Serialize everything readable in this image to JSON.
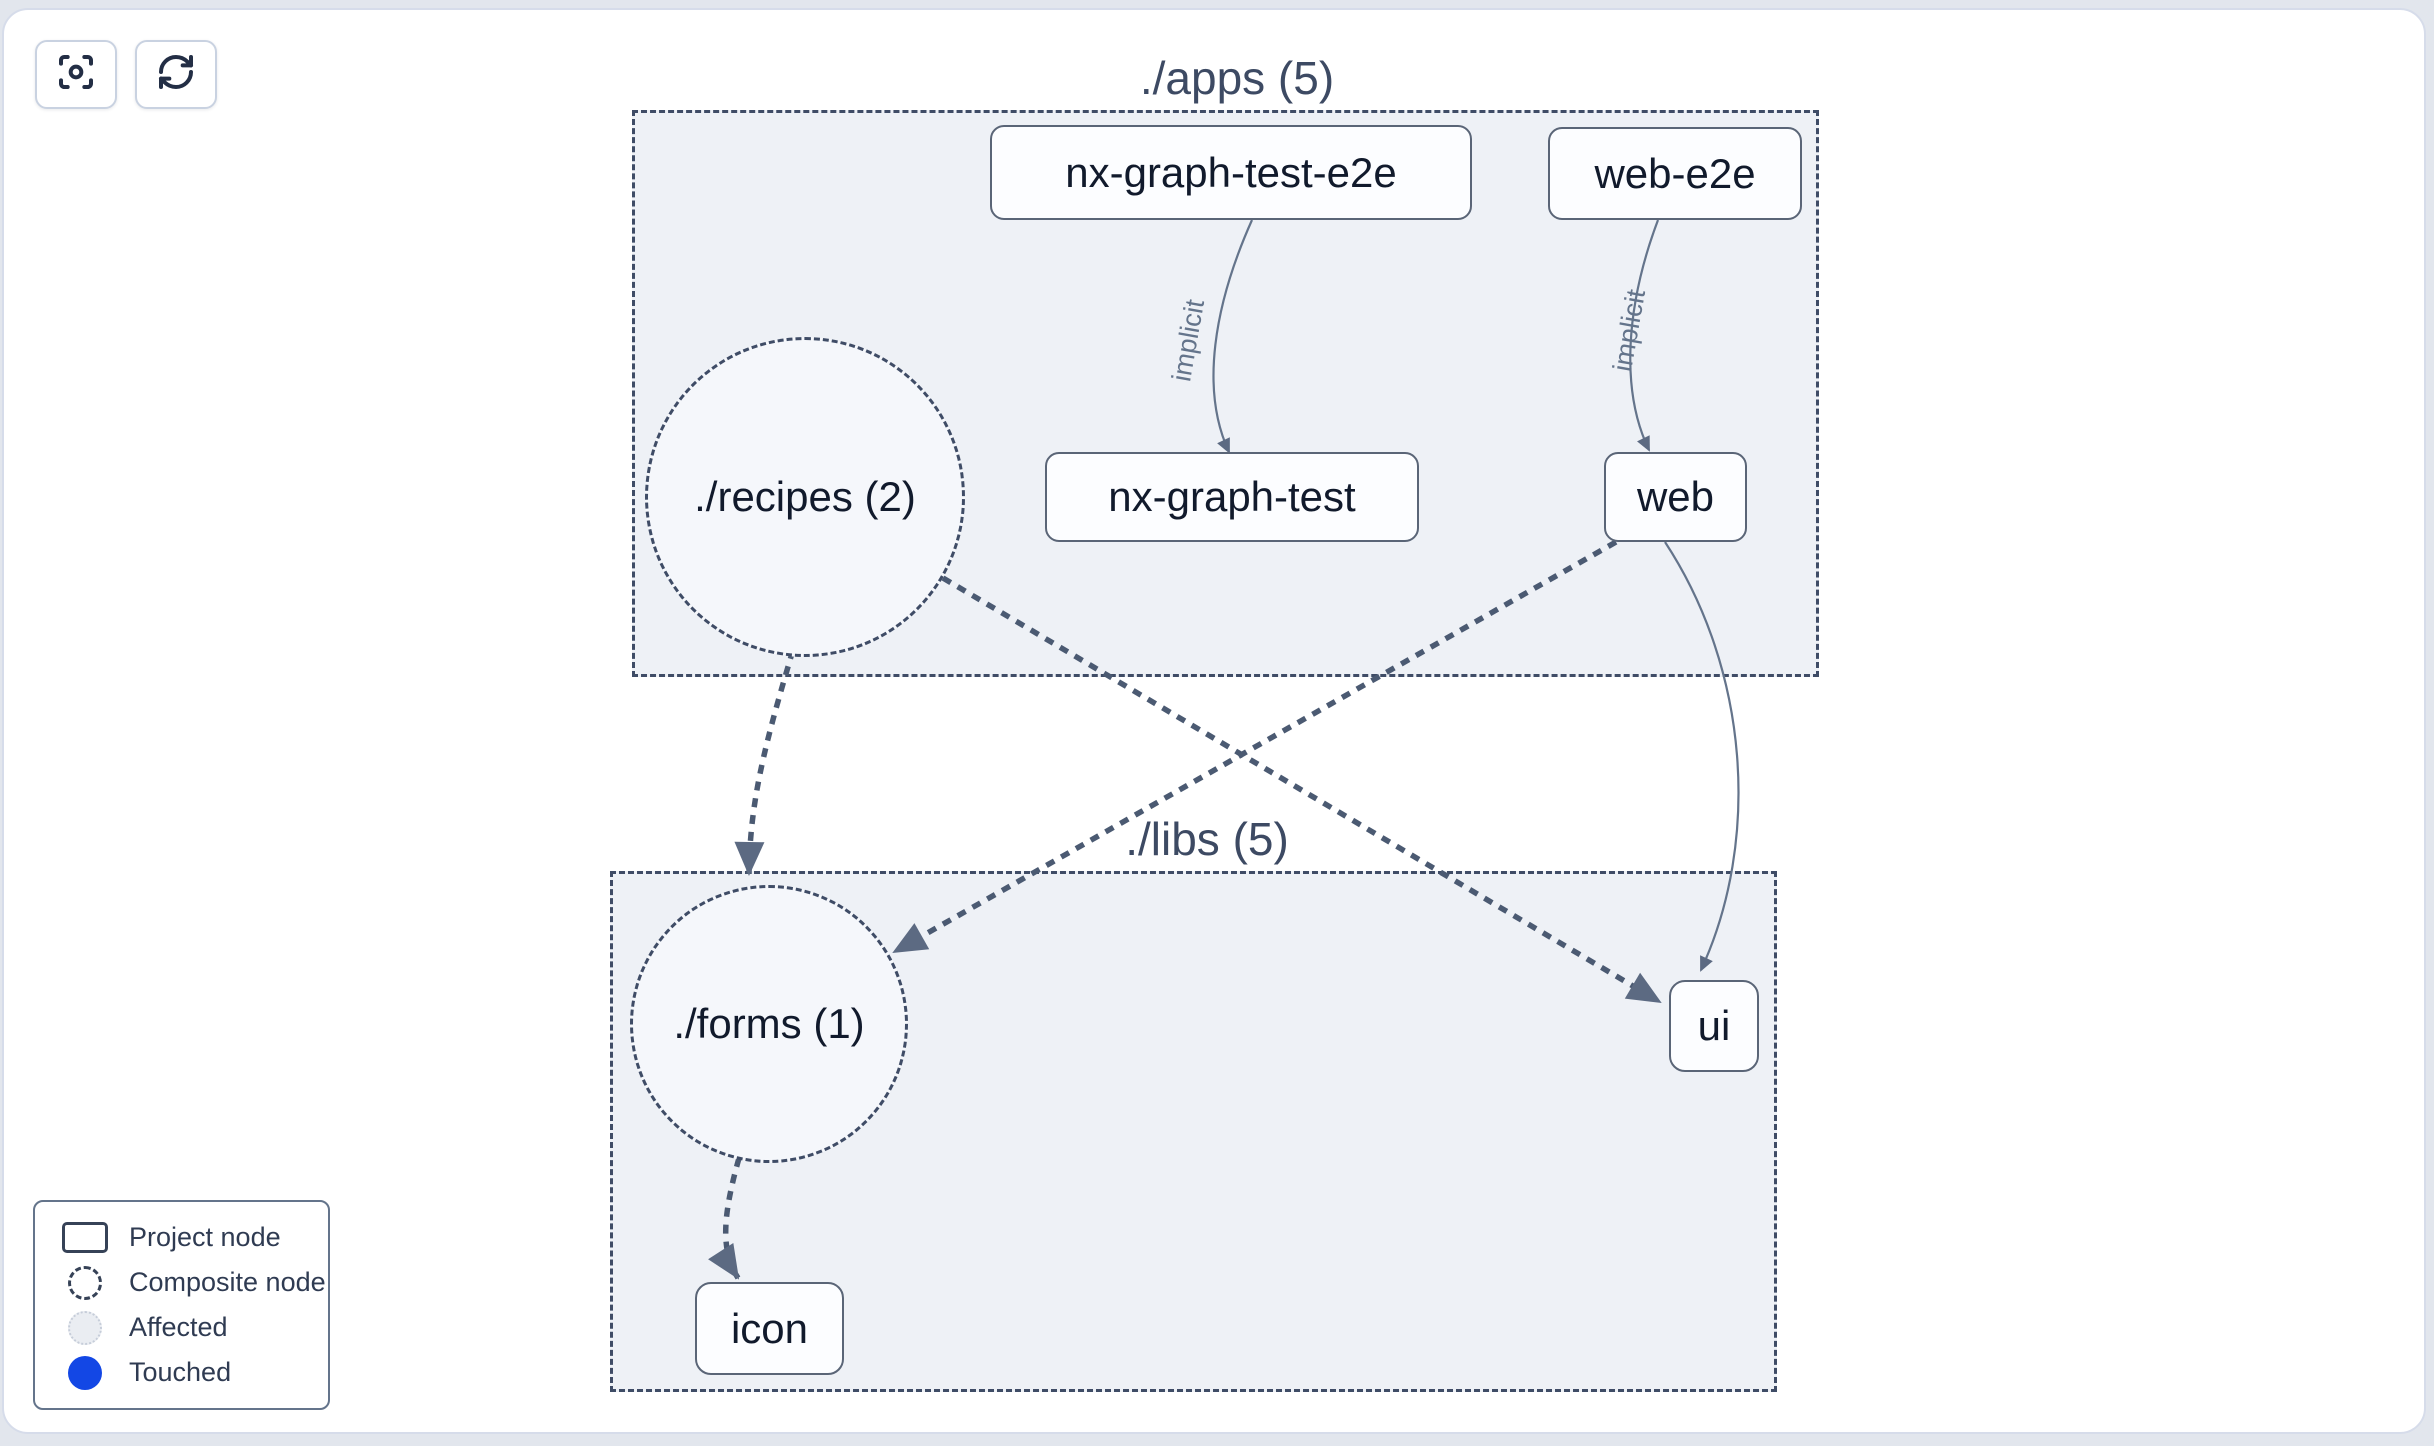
{
  "toolbar": {
    "focus_button_icon": "focus-icon",
    "refresh_button_icon": "refresh-icon"
  },
  "graph": {
    "groups": [
      {
        "id": "apps",
        "title": "./apps (5)"
      },
      {
        "id": "libs",
        "title": "./libs (5)"
      }
    ],
    "composite_nodes": [
      {
        "id": "recipes",
        "label": "./recipes (2)",
        "group": "apps"
      },
      {
        "id": "forms",
        "label": "./forms (1)",
        "group": "libs"
      }
    ],
    "project_nodes": [
      {
        "id": "nx-graph-test-e2e",
        "label": "nx-graph-test-e2e",
        "group": "apps"
      },
      {
        "id": "web-e2e",
        "label": "web-e2e",
        "group": "apps"
      },
      {
        "id": "nx-graph-test",
        "label": "nx-graph-test",
        "group": "apps"
      },
      {
        "id": "web",
        "label": "web",
        "group": "apps"
      },
      {
        "id": "ui",
        "label": "ui",
        "group": "libs"
      },
      {
        "id": "icon",
        "label": "icon",
        "group": "libs"
      }
    ],
    "edges": [
      {
        "from": "nx-graph-test-e2e",
        "to": "nx-graph-test",
        "label": "implicit",
        "style": "solid"
      },
      {
        "from": "web-e2e",
        "to": "web",
        "label": "implicit",
        "style": "solid"
      },
      {
        "from": "web",
        "to": "ui",
        "label": "",
        "style": "solid"
      },
      {
        "from": "./recipes",
        "to": "./forms",
        "label": "",
        "style": "dashed"
      },
      {
        "from": "./recipes",
        "to": "ui",
        "label": "",
        "style": "dashed"
      },
      {
        "from": "web",
        "to": "./forms",
        "label": "",
        "style": "dashed"
      },
      {
        "from": "./forms",
        "to": "icon",
        "label": "",
        "style": "dashed"
      }
    ]
  },
  "legend": {
    "items": [
      {
        "label": "Project node",
        "swatch": "project"
      },
      {
        "label": "Composite node",
        "swatch": "composite"
      },
      {
        "label": "Affected",
        "swatch": "affected"
      },
      {
        "label": "Touched",
        "swatch": "touched"
      }
    ]
  },
  "colors": {
    "touched_blue": "#1347e5",
    "edge_solid": "#64748b",
    "edge_dashed": "#4b5a72",
    "group_fill": "#eef1f6",
    "group_border": "#3f4c66",
    "node_border": "#5a6577",
    "node_text": "#111a2c"
  }
}
